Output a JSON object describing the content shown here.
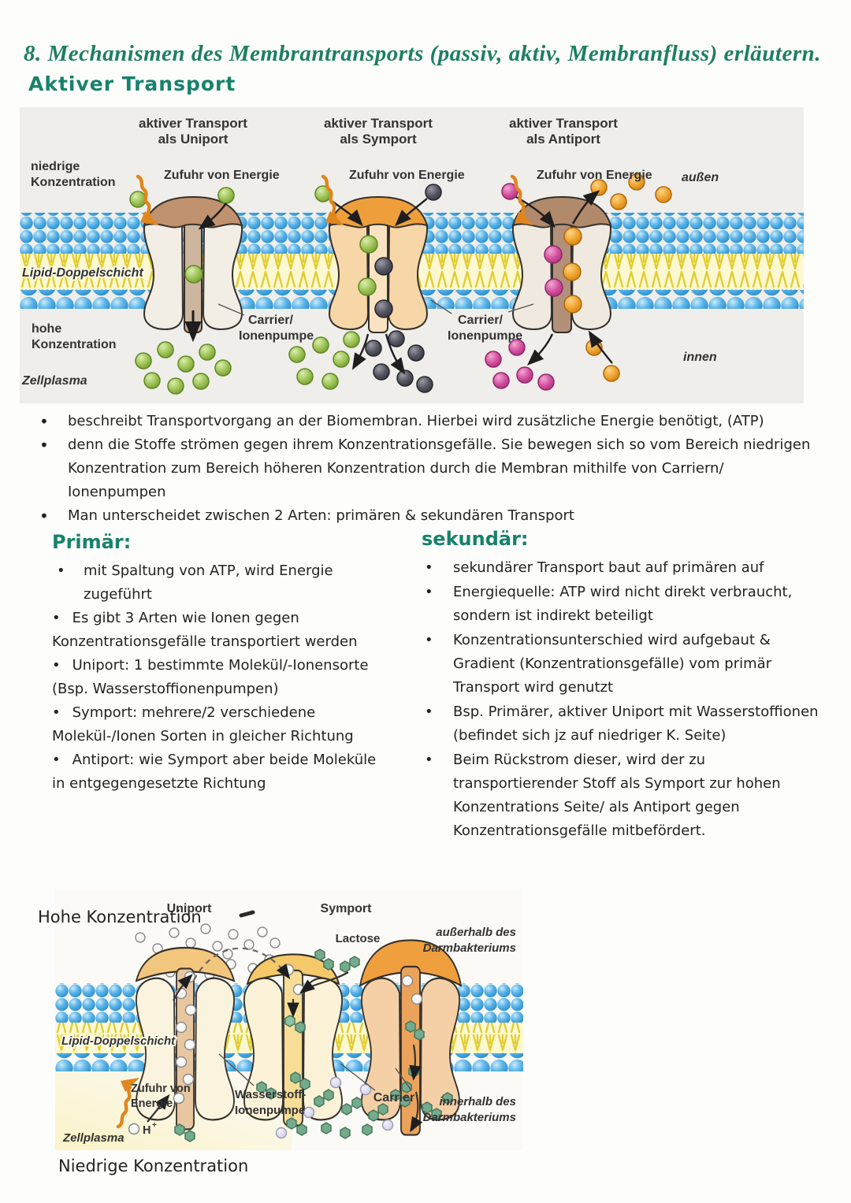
{
  "page": {
    "title": "8. Mechanismen des Membrantransports (passiv, aktiv, Membranfluss) erläutern.",
    "subtitle": "Aktiver Transport"
  },
  "notes": {
    "bullets": [
      "beschreibt Transportvorgang an der Biomembran. Hierbei wird zusätzliche Energie benötigt, (ATP)",
      "denn die Stoffe strömen gegen ihrem Konzentrationsgefälle. Sie bewegen sich so vom Bereich niedrigen Konzentration zum Bereich höheren Konzentration durch die Membran mithilfe von Carriern/ Ionenpumpen",
      "Man unterscheidet zwischen 2 Arten: primären & sekundären Transport"
    ]
  },
  "primary": {
    "heading": "Primär:",
    "bullets": [
      "mit Spaltung von ATP, wird Energie zugeführt",
      "Es gibt 3 Arten wie Ionen gegen Konzentrationsgefälle transportiert werden",
      "Uniport: 1 bestimmte Molekül/-Ionensorte (Bsp. Wasserstoffionenpumpen)",
      "Symport: mehrere/2 verschiedene Molekül-/Ionen Sorten in gleicher Richtung",
      "Antiport: wie Symport aber beide Moleküle in entgegengesetzte Richtung"
    ]
  },
  "secondary": {
    "heading": "sekundär:",
    "bullets": [
      "sekundärer Transport baut auf primären auf",
      "Energiequelle: ATP wird nicht direkt verbraucht, sondern ist indirekt beteiligt",
      "Konzentrationsunterschied wird aufgebaut & Gradient (Konzentrationsgefälle) vom primär Transport wird genutzt",
      "Bsp. Primärer, aktiver Uniport mit Wasserstoffionen (befindet sich jz auf niedriger K. Seite)",
      "Beim Rückstrom dieser, wird der zu transportierender Stoff als Symport zur hohen Konzentrations Seite/ als Antiport gegen Konzentrationsgefälle mitbefördert."
    ]
  },
  "diagram1": {
    "panel_titles": [
      {
        "line1": "aktiver Transport",
        "line2": "als Uniport"
      },
      {
        "line1": "aktiver Transport",
        "line2": "als Symport"
      },
      {
        "line1": "aktiver Transport",
        "line2": "als Antiport"
      }
    ],
    "energy_label": "Zufuhr von Energie",
    "labels": {
      "niedrige_line1": "niedrige",
      "niedrige_line2": "Konzentration",
      "lipid": "Lipid-Doppelschicht",
      "hohe_line1": "hohe",
      "hohe_line2": "Konzentration",
      "zellplasma": "Zellplasma",
      "aussen": "außen",
      "innen": "innen",
      "carrier_line1": "Carrier/",
      "carrier_line2": "Ionenpumpe"
    }
  },
  "diagram2": {
    "labels": {
      "hohe_konzentration": "Hohe Konzentration",
      "niedrige_konzentration": "Niedrige Konzentration",
      "uniport": "Uniport",
      "symport": "Symport",
      "lactose": "Lactose",
      "aussen_line1": "außerhalb des",
      "aussen_line2": "Darmbakteriums",
      "lipid": "Lipid-Doppelschicht",
      "zufuhr_line1": "Zufuhr von",
      "zufuhr_line2": "Energie",
      "h_ion": "H",
      "h_ion_sup": "+",
      "pumpe_line1": "Wasserstoff-",
      "pumpe_line2": "Ionenpumpe",
      "carrier": "Carrier",
      "innen_line1": "innerhalb des",
      "innen_line2": "Darmbakteriums",
      "zellplasma": "Zellplasma"
    }
  },
  "colors": {
    "heading_green": "#17826b",
    "title_green": "#1d7f63",
    "body_text": "#232323",
    "diagram_label": "#333333",
    "membrane_blue": "#4aa9e4",
    "lipid_yellow_bg": "#fcf8d2",
    "lipid_tail_yellow": "#e2cd2f",
    "energy_arrow_orange": "#e0861c",
    "molecule_green": "#9dc355",
    "molecule_gray": "#55555f",
    "molecule_pink": "#d4509f",
    "molecule_orange": "#efa42f",
    "lactose_green": "#74ab8c",
    "h_ion_white": "#ffffff"
  }
}
